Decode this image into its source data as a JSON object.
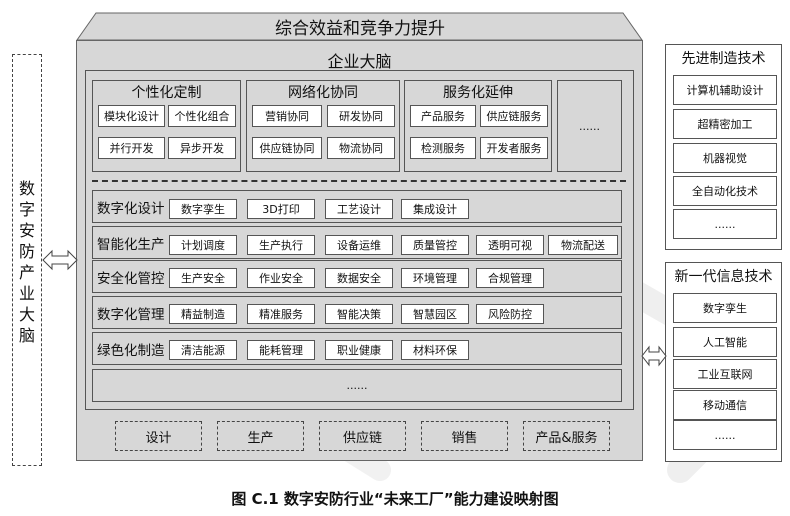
{
  "top_title": "综合效益和竞争力提升",
  "main_title": "企业大脑",
  "left_label": "数字安防产业大脑",
  "groups": [
    {
      "title": "个性化定制",
      "items": [
        "模块化设计",
        "个性化组合",
        "并行开发",
        "异步开发"
      ]
    },
    {
      "title": "网络化协同",
      "items": [
        "营销协同",
        "研发协同",
        "供应链协同",
        "物流协同"
      ]
    },
    {
      "title": "服务化延伸",
      "items": [
        "产品服务",
        "供应链服务",
        "检测服务",
        "开发者服务"
      ]
    }
  ],
  "groups_more": "......",
  "rows": [
    {
      "label": "数字化设计",
      "items": [
        "数字孪生",
        "3D打印",
        "工艺设计",
        "集成设计"
      ]
    },
    {
      "label": "智能化生产",
      "items": [
        "计划调度",
        "生产执行",
        "设备运维",
        "质量管控",
        "透明可视",
        "物流配送"
      ]
    },
    {
      "label": "安全化管控",
      "items": [
        "生产安全",
        "作业安全",
        "数据安全",
        "环境管理",
        "合规管理"
      ]
    },
    {
      "label": "数字化管理",
      "items": [
        "精益制造",
        "精准服务",
        "智能决策",
        "智慧园区",
        "风险防控"
      ]
    },
    {
      "label": "绿色化制造",
      "items": [
        "清洁能源",
        "能耗管理",
        "职业健康",
        "材料环保"
      ]
    }
  ],
  "rows_more": "......",
  "bottom": [
    "设计",
    "生产",
    "供应链",
    "销售",
    "产品&服务"
  ],
  "right_top": {
    "title": "先进制造技术",
    "items": [
      "计算机辅助设计",
      "超精密加工",
      "机器视觉",
      "全自动化技术",
      "......"
    ]
  },
  "right_bottom": {
    "title": "新一代信息技术",
    "items": [
      "数字孪生",
      "人工智能",
      "工业互联网",
      "移动通信",
      "......"
    ]
  },
  "caption": "图 C.1  数字安防行业“未来工厂”能力建设映射图",
  "colors": {
    "panel": "#d7d7d7",
    "border": "#555555",
    "watermark": "#eeeeee"
  }
}
